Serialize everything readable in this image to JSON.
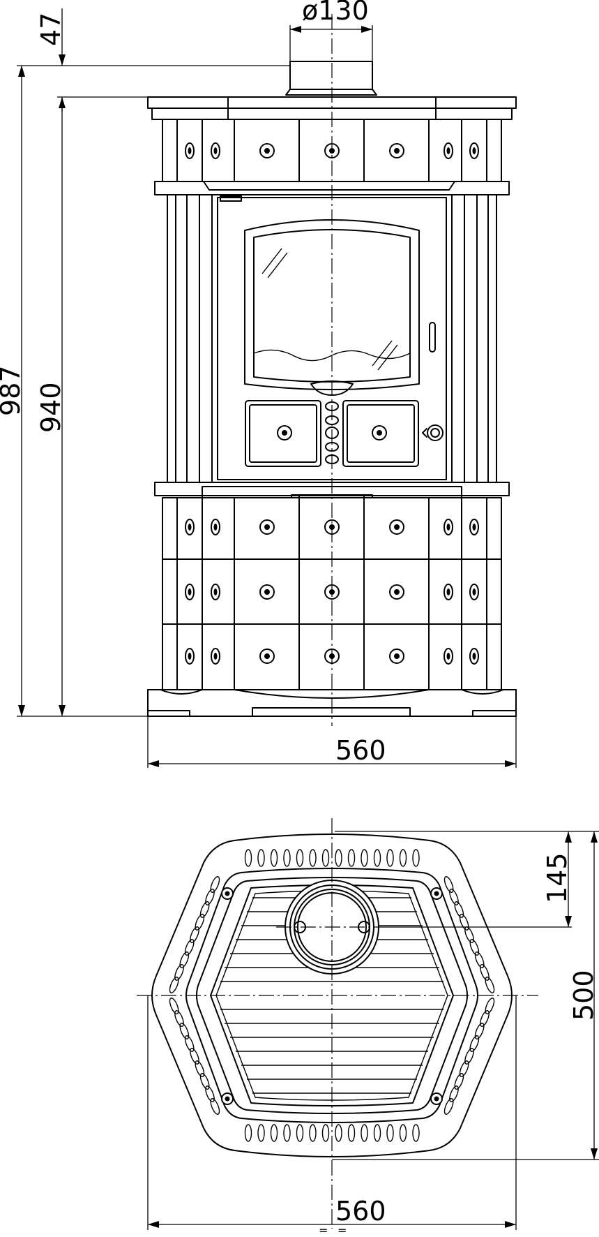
{
  "drawing": {
    "front_view": {
      "dimensions": {
        "flue_diameter": "ø130",
        "total_height": "987",
        "body_height": "940",
        "top_offset": "47",
        "width": "560"
      }
    },
    "top_view": {
      "dimensions": {
        "flue_offset": "145",
        "depth": "500",
        "width": "560"
      },
      "center_mark": "="
    }
  }
}
